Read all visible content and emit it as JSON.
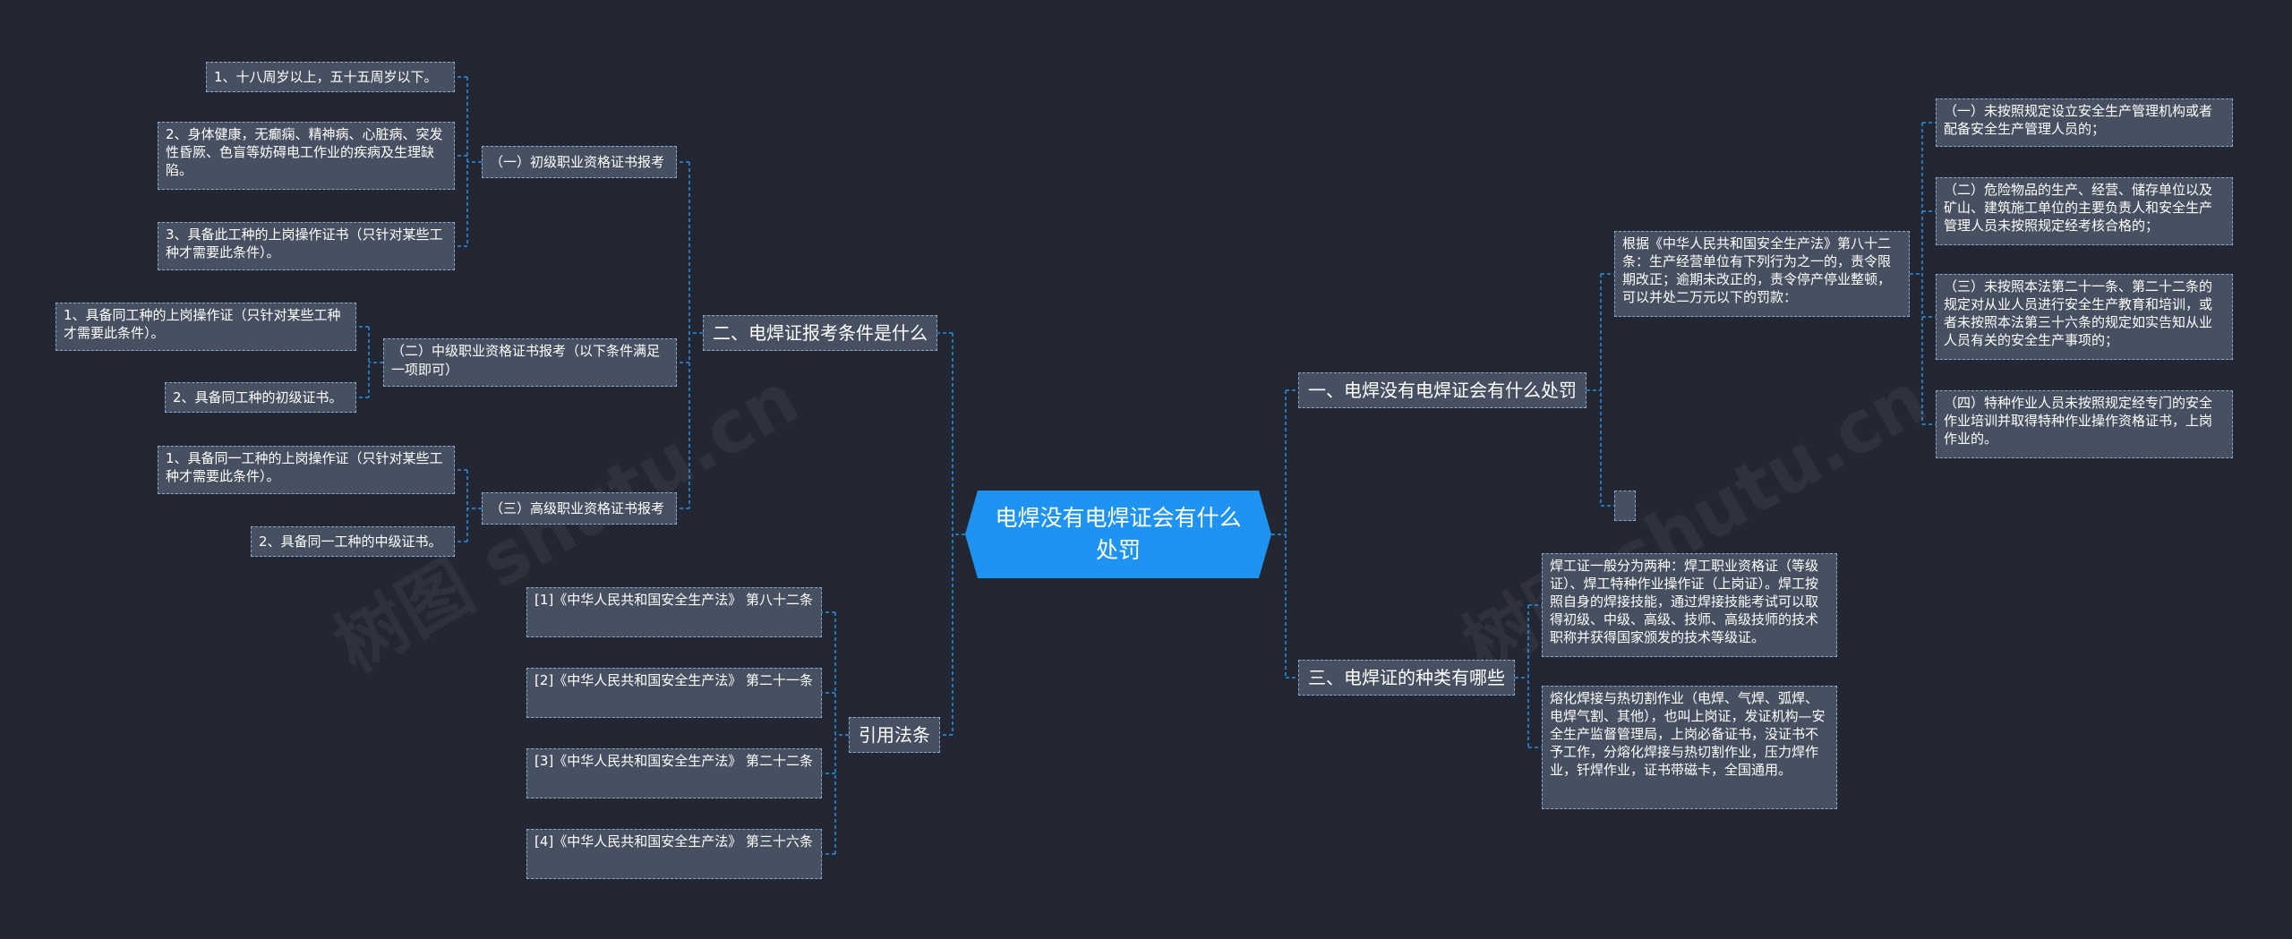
{
  "root": "电焊没有电焊证会有什么处罚",
  "branches": {
    "b1": {
      "label": "二、电焊证报考条件是什么",
      "groups": [
        {
          "label": "（一）初级职业资格证书报考",
          "items": [
            "1、十八周岁以上，五十五周岁以下。",
            "2、身体健康，无癫痫、精神病、心脏病、突发性昏厥、色盲等妨碍电工作业的疾病及生理缺陷。",
            "3、具备此工种的上岗操作证书（只针对某些工种才需要此条件）。"
          ]
        },
        {
          "label": "（二）中级职业资格证书报考（以下条件满足一项即可）",
          "items": [
            "1、具备同工种的上岗操作证（只针对某些工种才需要此条件）。",
            "2、具备同工种的初级证书。"
          ]
        },
        {
          "label": "（三）高级职业资格证书报考",
          "items": [
            "1、具备同一工种的上岗操作证（只针对某些工种才需要此条件）。",
            "2、具备同一工种的中级证书。"
          ]
        }
      ]
    },
    "b2": {
      "label": "引用法条",
      "items": [
        "[1]《中华人民共和国安全生产法》 第八十二条",
        "[2]《中华人民共和国安全生产法》 第二十一条",
        "[3]《中华人民共和国安全生产法》 第二十二条",
        "[4]《中华人民共和国安全生产法》 第三十六条"
      ]
    },
    "b3": {
      "label": "一、电焊没有电焊证会有什么处罚",
      "law": "根据《中华人民共和国安全生产法》第八十二条：生产经营单位有下列行为之一的，责令限期改正；逾期未改正的，责令停产停业整顿，可以并处二万元以下的罚款：",
      "items": [
        "（一）未按照规定设立安全生产管理机构或者配备安全生产管理人员的；",
        "（二）危险物品的生产、经营、储存单位以及矿山、建筑施工单位的主要负责人和安全生产管理人员未按照规定经考核合格的；",
        "（三）未按照本法第二十一条、第二十二条的规定对从业人员进行安全生产教育和培训，或者未按照本法第三十六条的规定如实告知从业人员有关的安全生产事项的；",
        "（四）特种作业人员未按照规定经专门的安全作业培训并取得特种作业操作资格证书，上岗作业的。"
      ],
      "empty": ""
    },
    "b4": {
      "label": "三、电焊证的种类有哪些",
      "items": [
        "焊工证一般分为两种：焊工职业资格证（等级证）、焊工特种作业操作证（上岗证）。焊工按照自身的焊接技能，通过焊接技能考试可以取得初级、中级、高级、技师、高级技师的技术职称并获得国家颁发的技术等级证。",
        "熔化焊接与热切割作业（电焊、气焊、弧焊、电焊气割、其他），也叫上岗证，发证机构—安全生产监督管理局，上岗必备证书，没证书不予工作，分熔化焊接与热切割作业，压力焊作业，钎焊作业，证书带磁卡，全国通用。"
      ]
    }
  },
  "colors": {
    "background": "#232733",
    "root": "#1f93f2",
    "node": "#475060",
    "connector": "#2d8fe0"
  }
}
